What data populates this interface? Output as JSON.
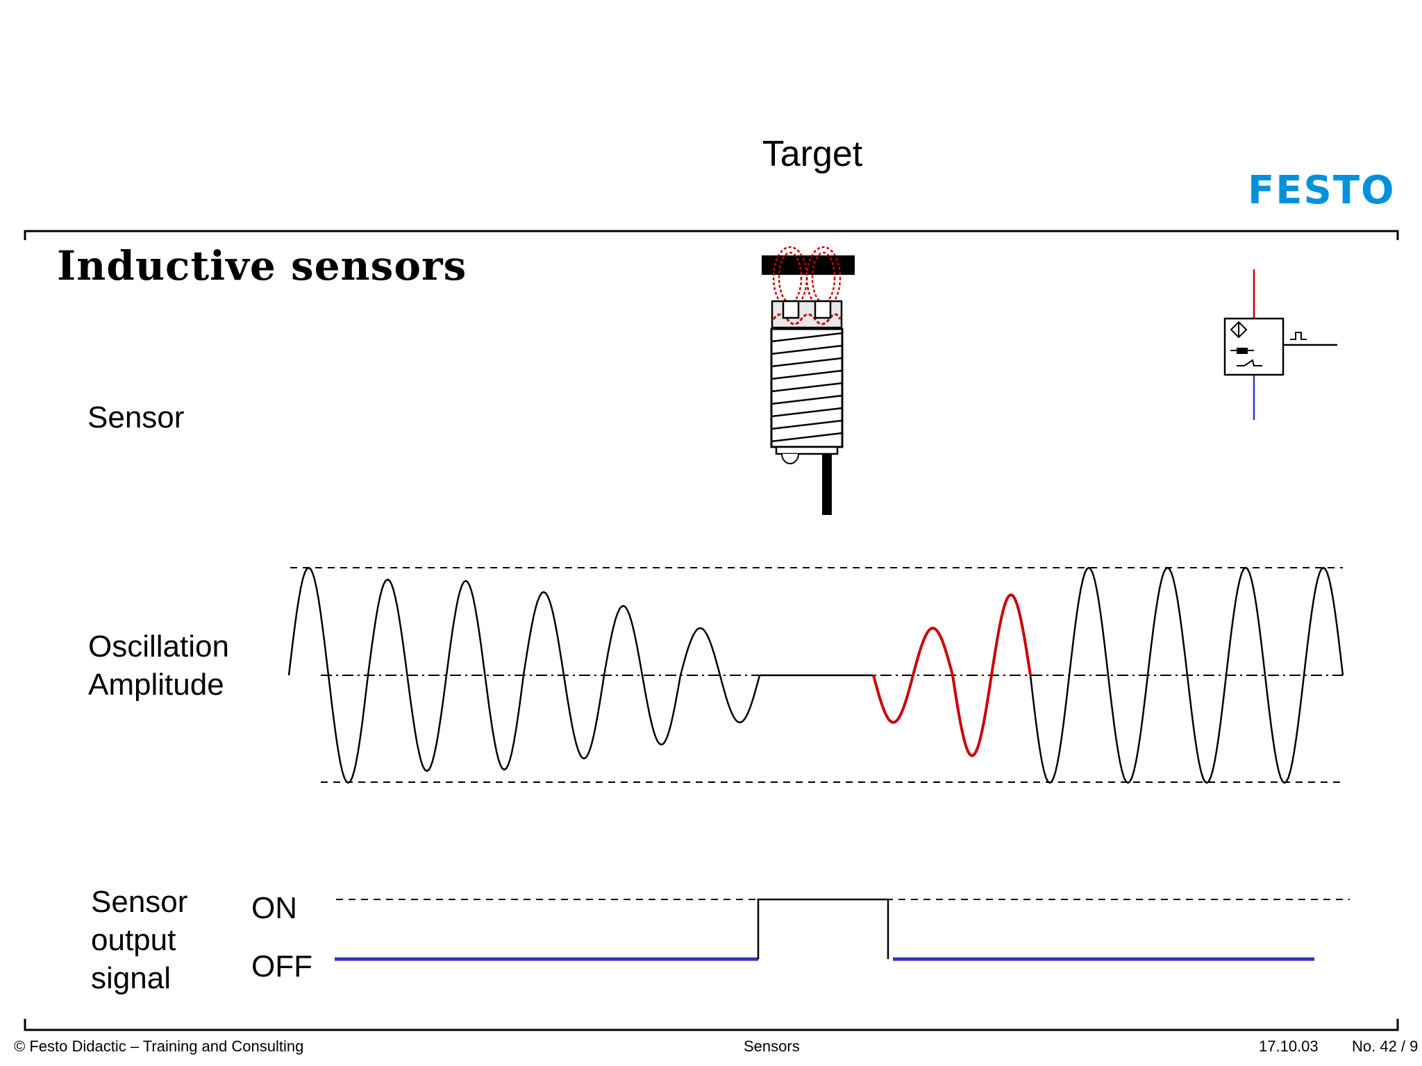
{
  "header": {
    "target_label": "Target",
    "logo_text": "FESTO",
    "logo_color": "#0091dc"
  },
  "slide": {
    "title": "Inductive sensors"
  },
  "rows": {
    "sensor_label": "Sensor",
    "oscillation_label_line1": "Oscillation",
    "oscillation_label_line2": "Amplitude",
    "output_label_line1": "Sensor",
    "output_label_line2": "output",
    "output_label_line3": "signal",
    "on_label": "ON",
    "off_label": "OFF"
  },
  "footer": {
    "copyright": "© Festo Didactic – Training and Consulting",
    "topic": "Sensors",
    "date": "17.10.03",
    "page": "No. 42 / 9"
  },
  "colors": {
    "damped_wave": "#cc0000",
    "off_signal": "#3333bb",
    "supply_positive": "#cc0000",
    "supply_negative": "#3333bb"
  }
}
